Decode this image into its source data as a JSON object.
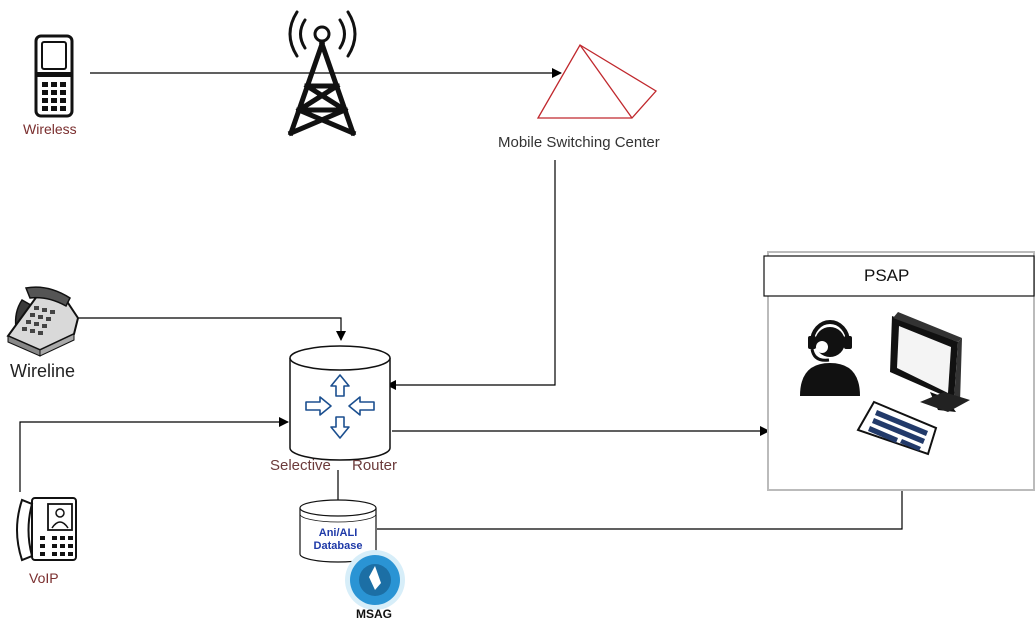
{
  "labels": {
    "wireless": "Wireless",
    "wireline": "Wireline",
    "voip": "VoIP",
    "msc": "Mobile Switching Center",
    "selective": "Selective",
    "router": "Router",
    "psap": "PSAP",
    "db_line1": "Ani/ALI",
    "db_line2": "Database",
    "msag": "MSAG"
  },
  "colors": {
    "line": "#000000",
    "msc_outline": "#c0282d",
    "database_text": "#1f3aa8",
    "msag_badge": "#1e88c8",
    "label_red": "#7a2e2e"
  },
  "icons": {
    "wireless": "flip-phone-icon",
    "tower": "cell-tower-icon",
    "msc": "pyramid-icon",
    "wireline": "desk-phone-icon",
    "router": "router-icon",
    "voip": "voip-phone-icon",
    "database": "database-icon",
    "msag": "compass-icon",
    "operator": "headset-operator-icon",
    "monitor": "monitor-icon",
    "keyboard": "keyboard-icon"
  }
}
